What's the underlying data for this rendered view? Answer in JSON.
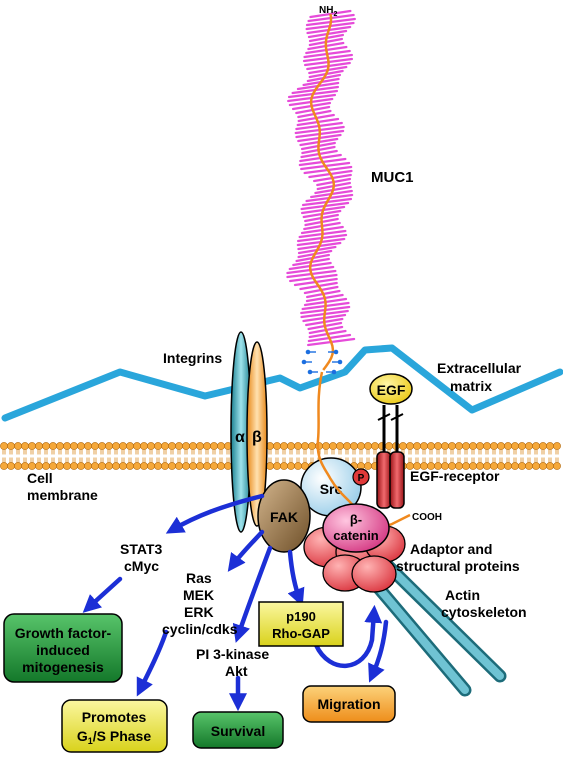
{
  "labels": {
    "nh2": "NH2",
    "muc1": "MUC1",
    "integrins": "Integrins",
    "extracellular_line1": "Extracellular",
    "extracellular_line2": "matrix",
    "cell_membrane_line1": "Cell",
    "cell_membrane_line2": "membrane",
    "alpha": "α",
    "beta": "β",
    "egf": "EGF",
    "src": "Src",
    "p": "P",
    "fak": "FAK",
    "beta_catenin_line1": "β-",
    "beta_catenin_line2": "catenin",
    "cooh": "COOH",
    "egf_receptor": "EGF-receptor",
    "adaptor_line1": "Adaptor and",
    "adaptor_line2": "structural proteins",
    "actin_line1": "Actin",
    "actin_line2": "cytoskeleton",
    "stat3": "STAT3",
    "cmyc": "cMyc",
    "ras": "Ras",
    "mek": "MEK",
    "erk": "ERK",
    "cyclin": "cyclin/cdks",
    "pi3k": "PI 3-kinase",
    "akt": "Akt"
  },
  "boxes": {
    "growth_line1": "Growth factor-",
    "growth_line2": "induced",
    "growth_line3": "mitogenesis",
    "promotes_line1": "Promotes",
    "promotes_line2": "G1/S Phase",
    "survival": "Survival",
    "p190_line1": "p190",
    "p190_line2": "Rho-GAP",
    "migration": "Migration"
  },
  "colors": {
    "muc1_repeats": "#e64bd9",
    "muc1_backbone": "#f0891e",
    "ecm_line": "#2aa6db",
    "membrane_lipid": "#f5a83a",
    "arrows": "#1c2fd6",
    "src": "#bfe3f5",
    "fak": "#7a5a32",
    "beta_catenin": "#e0418a",
    "adaptor": "#e8454f",
    "egf": "#f2d21b",
    "egf_receptor": "#d8272d",
    "actin": "#5fb7c9",
    "box_green": "#1f9b3a",
    "box_yellow": "#e8e41e",
    "box_orange": "#f29a25"
  }
}
